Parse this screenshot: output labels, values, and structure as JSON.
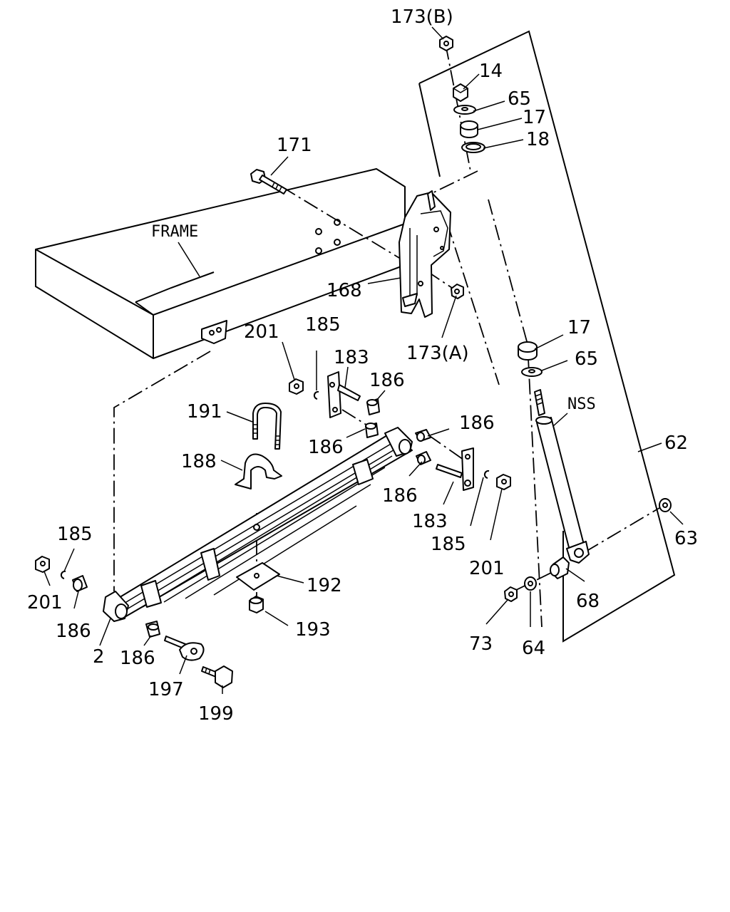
{
  "labels": {
    "nut_top": "173(B)",
    "nut_14": "14",
    "washer_65_top": "65",
    "bushing_17_top": "17",
    "washer_18": "18",
    "bolt_171": "171",
    "frame": "FRAME",
    "bracket_168": "168",
    "nut_173a": "173(A)",
    "bushing_17_mid": "17",
    "washer_65_mid": "65",
    "nss": "NSS",
    "shock_62": "62",
    "nut_201_mid": "201",
    "clip_185_mid": "185",
    "shackle_183_upper": "183",
    "bush_186_a": "186",
    "bush_186_b": "186",
    "bush_186_c": "186",
    "ubolt_191": "191",
    "seat_188": "188",
    "bush_186_d": "186",
    "shackle_183_lower": "183",
    "clip_185_right": "185",
    "nut_201_right": "201",
    "washer_63": "63",
    "bush_68": "68",
    "clip_185_left": "185",
    "nut_201_left": "201",
    "bush_186_left": "186",
    "spring_2": "2",
    "bush_186_front": "186",
    "plate_192": "192",
    "nut_193": "193",
    "nut_73": "73",
    "washer_64": "64",
    "pin_197": "197",
    "bolt_199": "199"
  }
}
